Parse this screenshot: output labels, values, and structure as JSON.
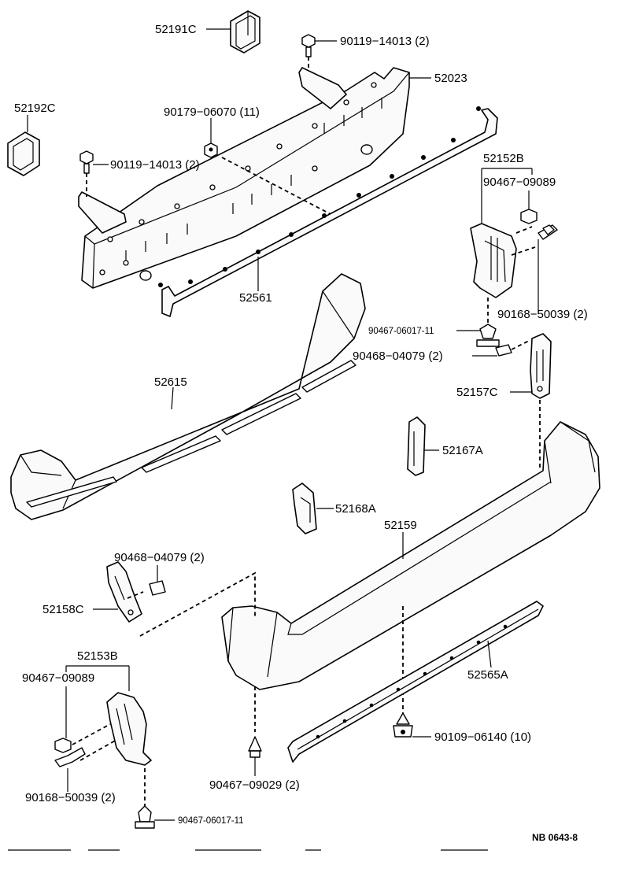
{
  "labels": {
    "p52191C": "52191C",
    "p52192C": "52192C",
    "p52023": "52023",
    "p52561": "52561",
    "p52615": "52615",
    "p52152B": "52152B",
    "p52157C": "52157C",
    "p52167A": "52167A",
    "p52168A": "52168A",
    "p52159": "52159",
    "p52158C": "52158C",
    "p52153B": "52153B",
    "p52565A": "52565A",
    "b90119_top": "90119−14013 (2)",
    "b90119_left": "90119−14013 (2)",
    "b90179": "90179−06070 (11)",
    "b90467_09089_r": "90467−09089",
    "b90168_r": "90168−50039 (2)",
    "b90467_06017_r": "90467-06017-11",
    "b90468_r": "90468−04079 (2)",
    "b90468_l": "90468−04079 (2)",
    "b90467_09089_l": "90467−09089",
    "b90168_l": "90168−50039 (2)",
    "b90467_06017_l": "90467-06017-11",
    "b90467_09029": "90467−09029 (2)",
    "b90109": "90109−06140 (10)",
    "code": "NB  0643-8"
  }
}
